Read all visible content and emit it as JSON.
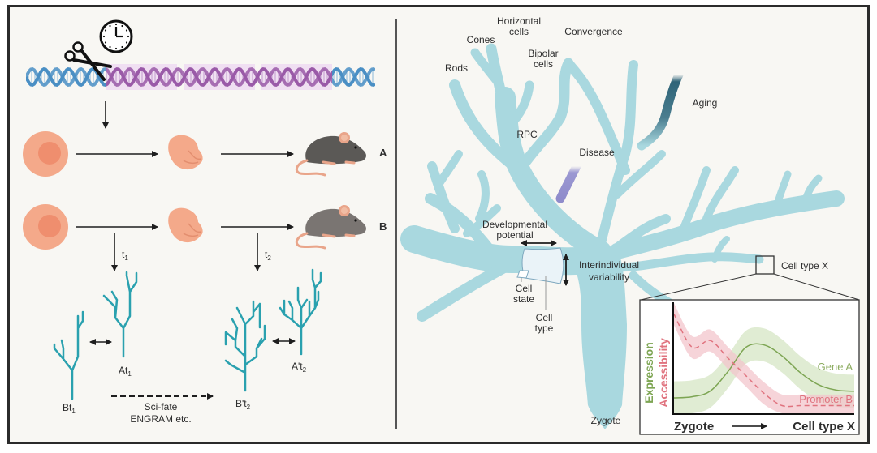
{
  "left_panel": {
    "icons": {
      "clock": "clock-icon",
      "scissors": "scissors-icon",
      "dna": "dna-helix-icon"
    },
    "rows": [
      {
        "label": "A",
        "stages": [
          "zygote-cell",
          "embryo",
          "mouse"
        ]
      },
      {
        "label": "B",
        "stages": [
          "zygote-cell",
          "embryo",
          "mouse"
        ]
      }
    ],
    "timepoints": [
      {
        "base": "t",
        "sub": "1"
      },
      {
        "base": "t",
        "sub": "2"
      }
    ],
    "trees": [
      {
        "base": "Bt",
        "sub": "1"
      },
      {
        "base": "At",
        "sub": "1"
      },
      {
        "base": "B't",
        "sub": "2"
      },
      {
        "base": "A't",
        "sub": "2"
      }
    ],
    "method_label_line1": "Sci-fate",
    "method_label_line2": "ENGRAM etc."
  },
  "right_panel": {
    "branch_labels": {
      "rods": "Rods",
      "cones": "Cones",
      "horizontal_1": "Horizontal",
      "horizontal_2": "cells",
      "bipolar_1": "Bipolar",
      "bipolar_2": "cells",
      "convergence": "Convergence",
      "rpc": "RPC",
      "disease": "Disease",
      "aging": "Aging",
      "zygote": "Zygote"
    },
    "annotations": {
      "dev_potential_1": "Developmental",
      "dev_potential_2": "potential",
      "interindividual_1": "Interindividual",
      "interindividual_2": "variability",
      "cell_state_1": "Cell",
      "cell_state_2": "state",
      "cell_type_1": "Cell",
      "cell_type_2": "type",
      "cell_type_x": "Cell type X"
    },
    "colors": {
      "branch": "#a9d8df",
      "disease": "#8f8ccb",
      "aging": "#2f6478",
      "gene_a": "#7da553",
      "promoter_b": "#e0737f"
    }
  },
  "chart_data": {
    "type": "line",
    "title": "",
    "xlabel_start": "Zygote",
    "xlabel_end": "Cell type X",
    "ylabel_top": "Accessibility",
    "ylabel_bottom": "Expression",
    "x": [
      0,
      0.1,
      0.2,
      0.3,
      0.4,
      0.5,
      0.6,
      0.7,
      0.8,
      0.9,
      1.0
    ],
    "series": [
      {
        "name": "Gene A",
        "style": "solid",
        "color": "#7da553",
        "values": [
          0.14,
          0.15,
          0.2,
          0.38,
          0.6,
          0.62,
          0.52,
          0.37,
          0.26,
          0.21,
          0.2
        ],
        "band": 0.15
      },
      {
        "name": "Promoter B",
        "style": "dashed",
        "color": "#e0737f",
        "values": [
          0.9,
          0.6,
          0.66,
          0.5,
          0.34,
          0.18,
          0.07,
          0.07,
          0.07,
          0.07,
          0.07
        ],
        "band": 0.1
      }
    ],
    "ylim": [
      0,
      1
    ],
    "grid": false
  }
}
